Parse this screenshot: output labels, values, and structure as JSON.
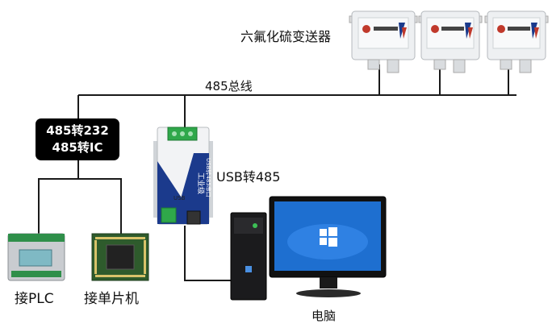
{
  "labels": {
    "sensors": "六氟化硫变送器",
    "bus": "485总线",
    "converter_line1": "485转232",
    "converter_line2": "485转IC",
    "usb_converter": "USB转485",
    "plc": "接PLC",
    "mcu": "接单片机",
    "computer": "电脑"
  },
  "device_text": {
    "usb_module_brand": "工业级",
    "usb_module_model": "USB转485串口",
    "usb_port": "USB"
  },
  "colors": {
    "wire": "#1a1a1a",
    "converter_bg": "#000000",
    "module_blue": "#1b3a8c",
    "terminal_green": "#2fa84a",
    "board_green": "#2e5b2c",
    "screen_blue": "#1e6fd0"
  }
}
